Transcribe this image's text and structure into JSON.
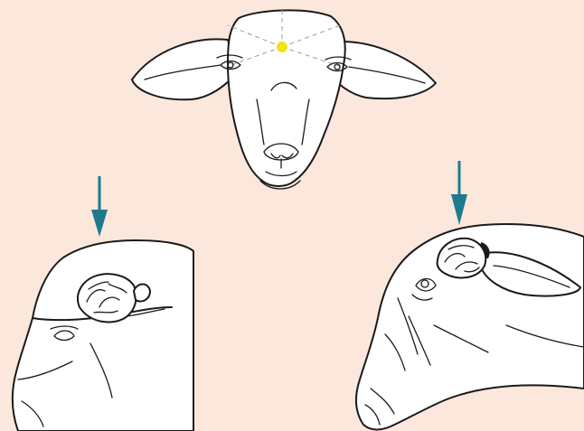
{
  "figure": {
    "views": [
      "front-view",
      "left-profile",
      "right-profile"
    ],
    "marker_color": "#f2e21a",
    "arrow_color": "#1e7a8c",
    "background_color": "#fbe7dc"
  }
}
